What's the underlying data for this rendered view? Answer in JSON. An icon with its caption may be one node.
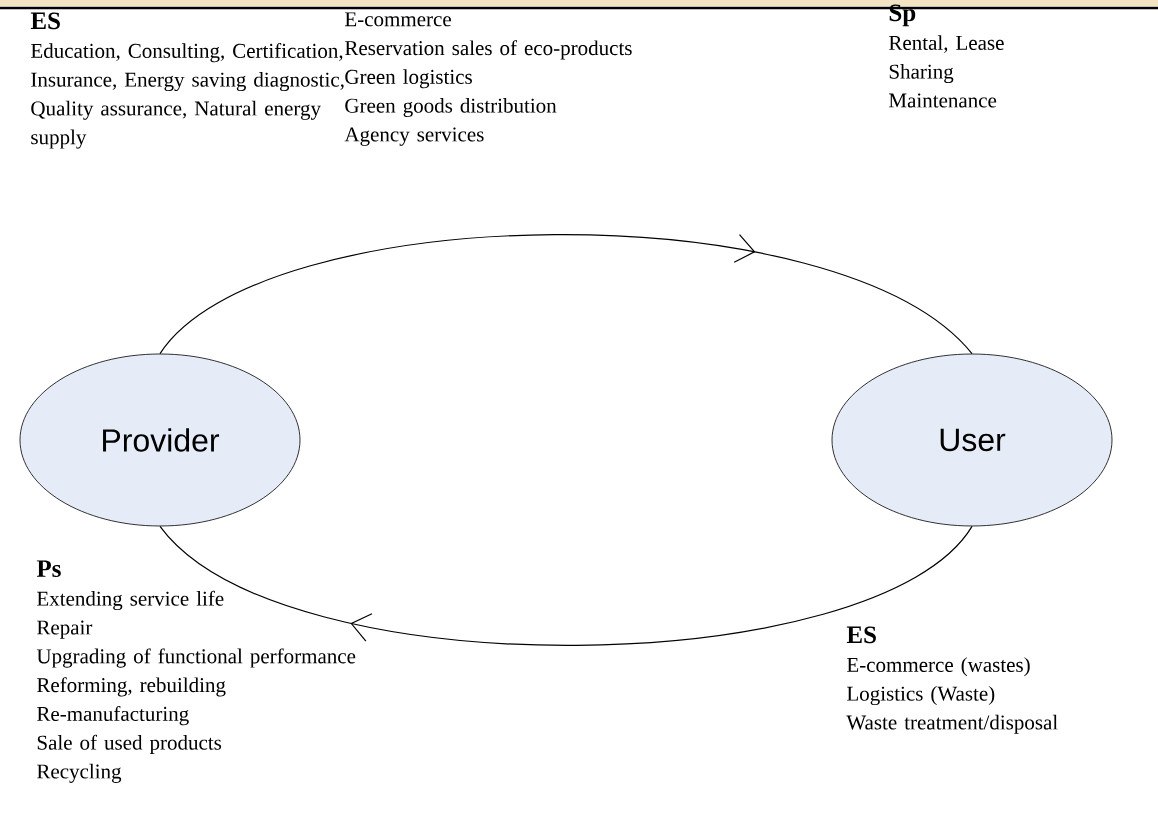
{
  "diagram": {
    "nodes": [
      {
        "text": [
          "Provider"
        ]
      },
      {
        "text": [
          "User"
        ]
      }
    ],
    "edges": [
      {
        "from": 0,
        "to": 1,
        "arrow": "to"
      },
      {
        "from": 1,
        "to": 0,
        "arrow": "to"
      }
    ],
    "labels": [
      "ES",
      "Education, Consulting, Certification, Insurance, Energy saving diagnostic, Quality assurance, Natural energy supply",
      "E-commerce",
      "Reservation sales of eco-products",
      "Green logistics",
      "Green goods distribution",
      "Agency services",
      "Sp",
      "Rental, Lease",
      "Sharing",
      "Maintenance",
      "Ps",
      "Extending service life",
      "Repair",
      "Upgrading of functional performance",
      "Reforming, rebuilding",
      "Re-manufacturing",
      "Sale of used products",
      "Recycling",
      "ES",
      "E-commerce (wastes)",
      "Logistics (Waste)",
      "Waste treatment/disposal"
    ]
  }
}
